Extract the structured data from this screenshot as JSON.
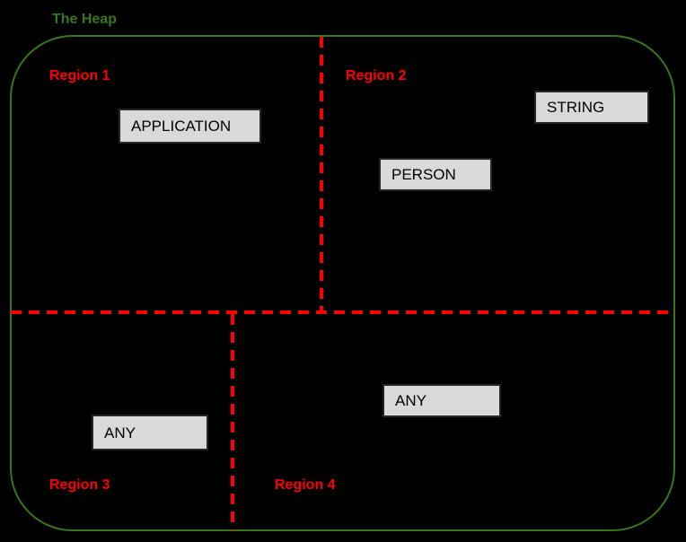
{
  "diagram": {
    "title": "The Heap",
    "regions": [
      {
        "label": "Region 1",
        "boxes": [
          "APPLICATION"
        ]
      },
      {
        "label": "Region 2",
        "boxes": [
          "PERSON",
          "STRING"
        ]
      },
      {
        "label": "Region 3",
        "boxes": [
          "ANY"
        ]
      },
      {
        "label": "Region 4",
        "boxes": [
          "ANY"
        ]
      }
    ],
    "colors": {
      "background": "#000000",
      "heap_outline": "#38761d",
      "heap_title": "#38761d",
      "region_label": "#ff0000",
      "divider": "#ff0000",
      "box_fill": "#d9d9d9",
      "box_border": "#262626",
      "box_text": "#000000"
    }
  }
}
